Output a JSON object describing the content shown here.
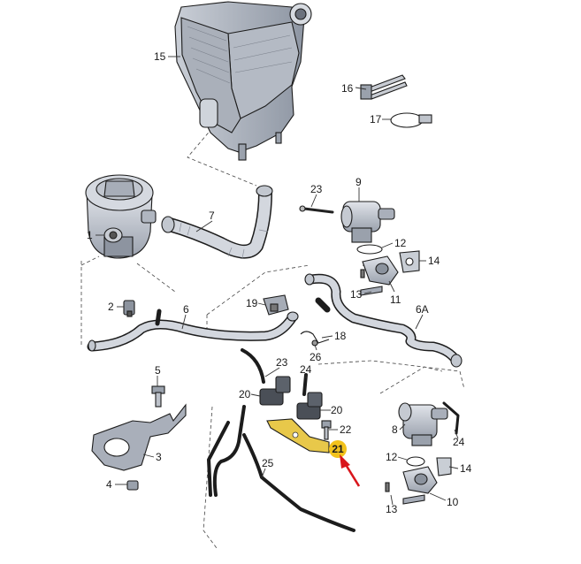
{
  "diagram": {
    "callouts": [
      {
        "id": "label-15",
        "text": "15"
      },
      {
        "id": "label-16",
        "text": "16"
      },
      {
        "id": "label-17",
        "text": "17"
      },
      {
        "id": "label-23-top",
        "text": "23"
      },
      {
        "id": "label-9",
        "text": "9"
      },
      {
        "id": "label-7",
        "text": "7"
      },
      {
        "id": "label-1",
        "text": "1"
      },
      {
        "id": "label-12-top",
        "text": "12"
      },
      {
        "id": "label-14-top",
        "text": "14"
      },
      {
        "id": "label-13-top",
        "text": "13"
      },
      {
        "id": "label-11",
        "text": "11"
      },
      {
        "id": "label-2",
        "text": "2"
      },
      {
        "id": "label-19",
        "text": "19"
      },
      {
        "id": "label-6",
        "text": "6"
      },
      {
        "id": "label-6a",
        "text": "6A"
      },
      {
        "id": "label-18",
        "text": "18"
      },
      {
        "id": "label-26",
        "text": "26"
      },
      {
        "id": "label-23-mid",
        "text": "23"
      },
      {
        "id": "label-24-mid",
        "text": "24"
      },
      {
        "id": "label-5",
        "text": "5"
      },
      {
        "id": "label-20-left",
        "text": "20"
      },
      {
        "id": "label-20-right",
        "text": "20"
      },
      {
        "id": "label-22",
        "text": "22"
      },
      {
        "id": "label-8",
        "text": "8"
      },
      {
        "id": "label-24-right",
        "text": "24"
      },
      {
        "id": "label-3",
        "text": "3"
      },
      {
        "id": "label-25",
        "text": "25"
      },
      {
        "id": "label-12-bot",
        "text": "12"
      },
      {
        "id": "label-14-bot",
        "text": "14"
      },
      {
        "id": "label-4",
        "text": "4"
      },
      {
        "id": "label-13-bot",
        "text": "13"
      },
      {
        "id": "label-10",
        "text": "10"
      }
    ],
    "highlight": {
      "text": "21",
      "color": "#f2c21b",
      "part_color": "#e8c84a",
      "arrow_color": "#d9161c"
    }
  }
}
